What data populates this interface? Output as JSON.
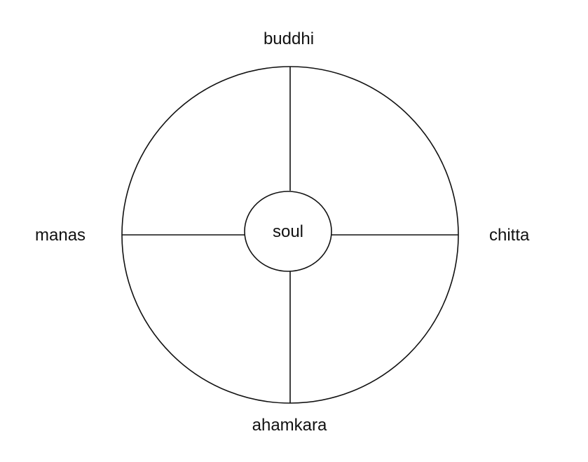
{
  "diagram": {
    "center_label": "soul",
    "top_label": "buddhi",
    "left_label": "manas",
    "right_label": "chitta",
    "bottom_label": "ahamkara"
  },
  "colors": {
    "stroke": "#111111",
    "background": "#ffffff"
  }
}
